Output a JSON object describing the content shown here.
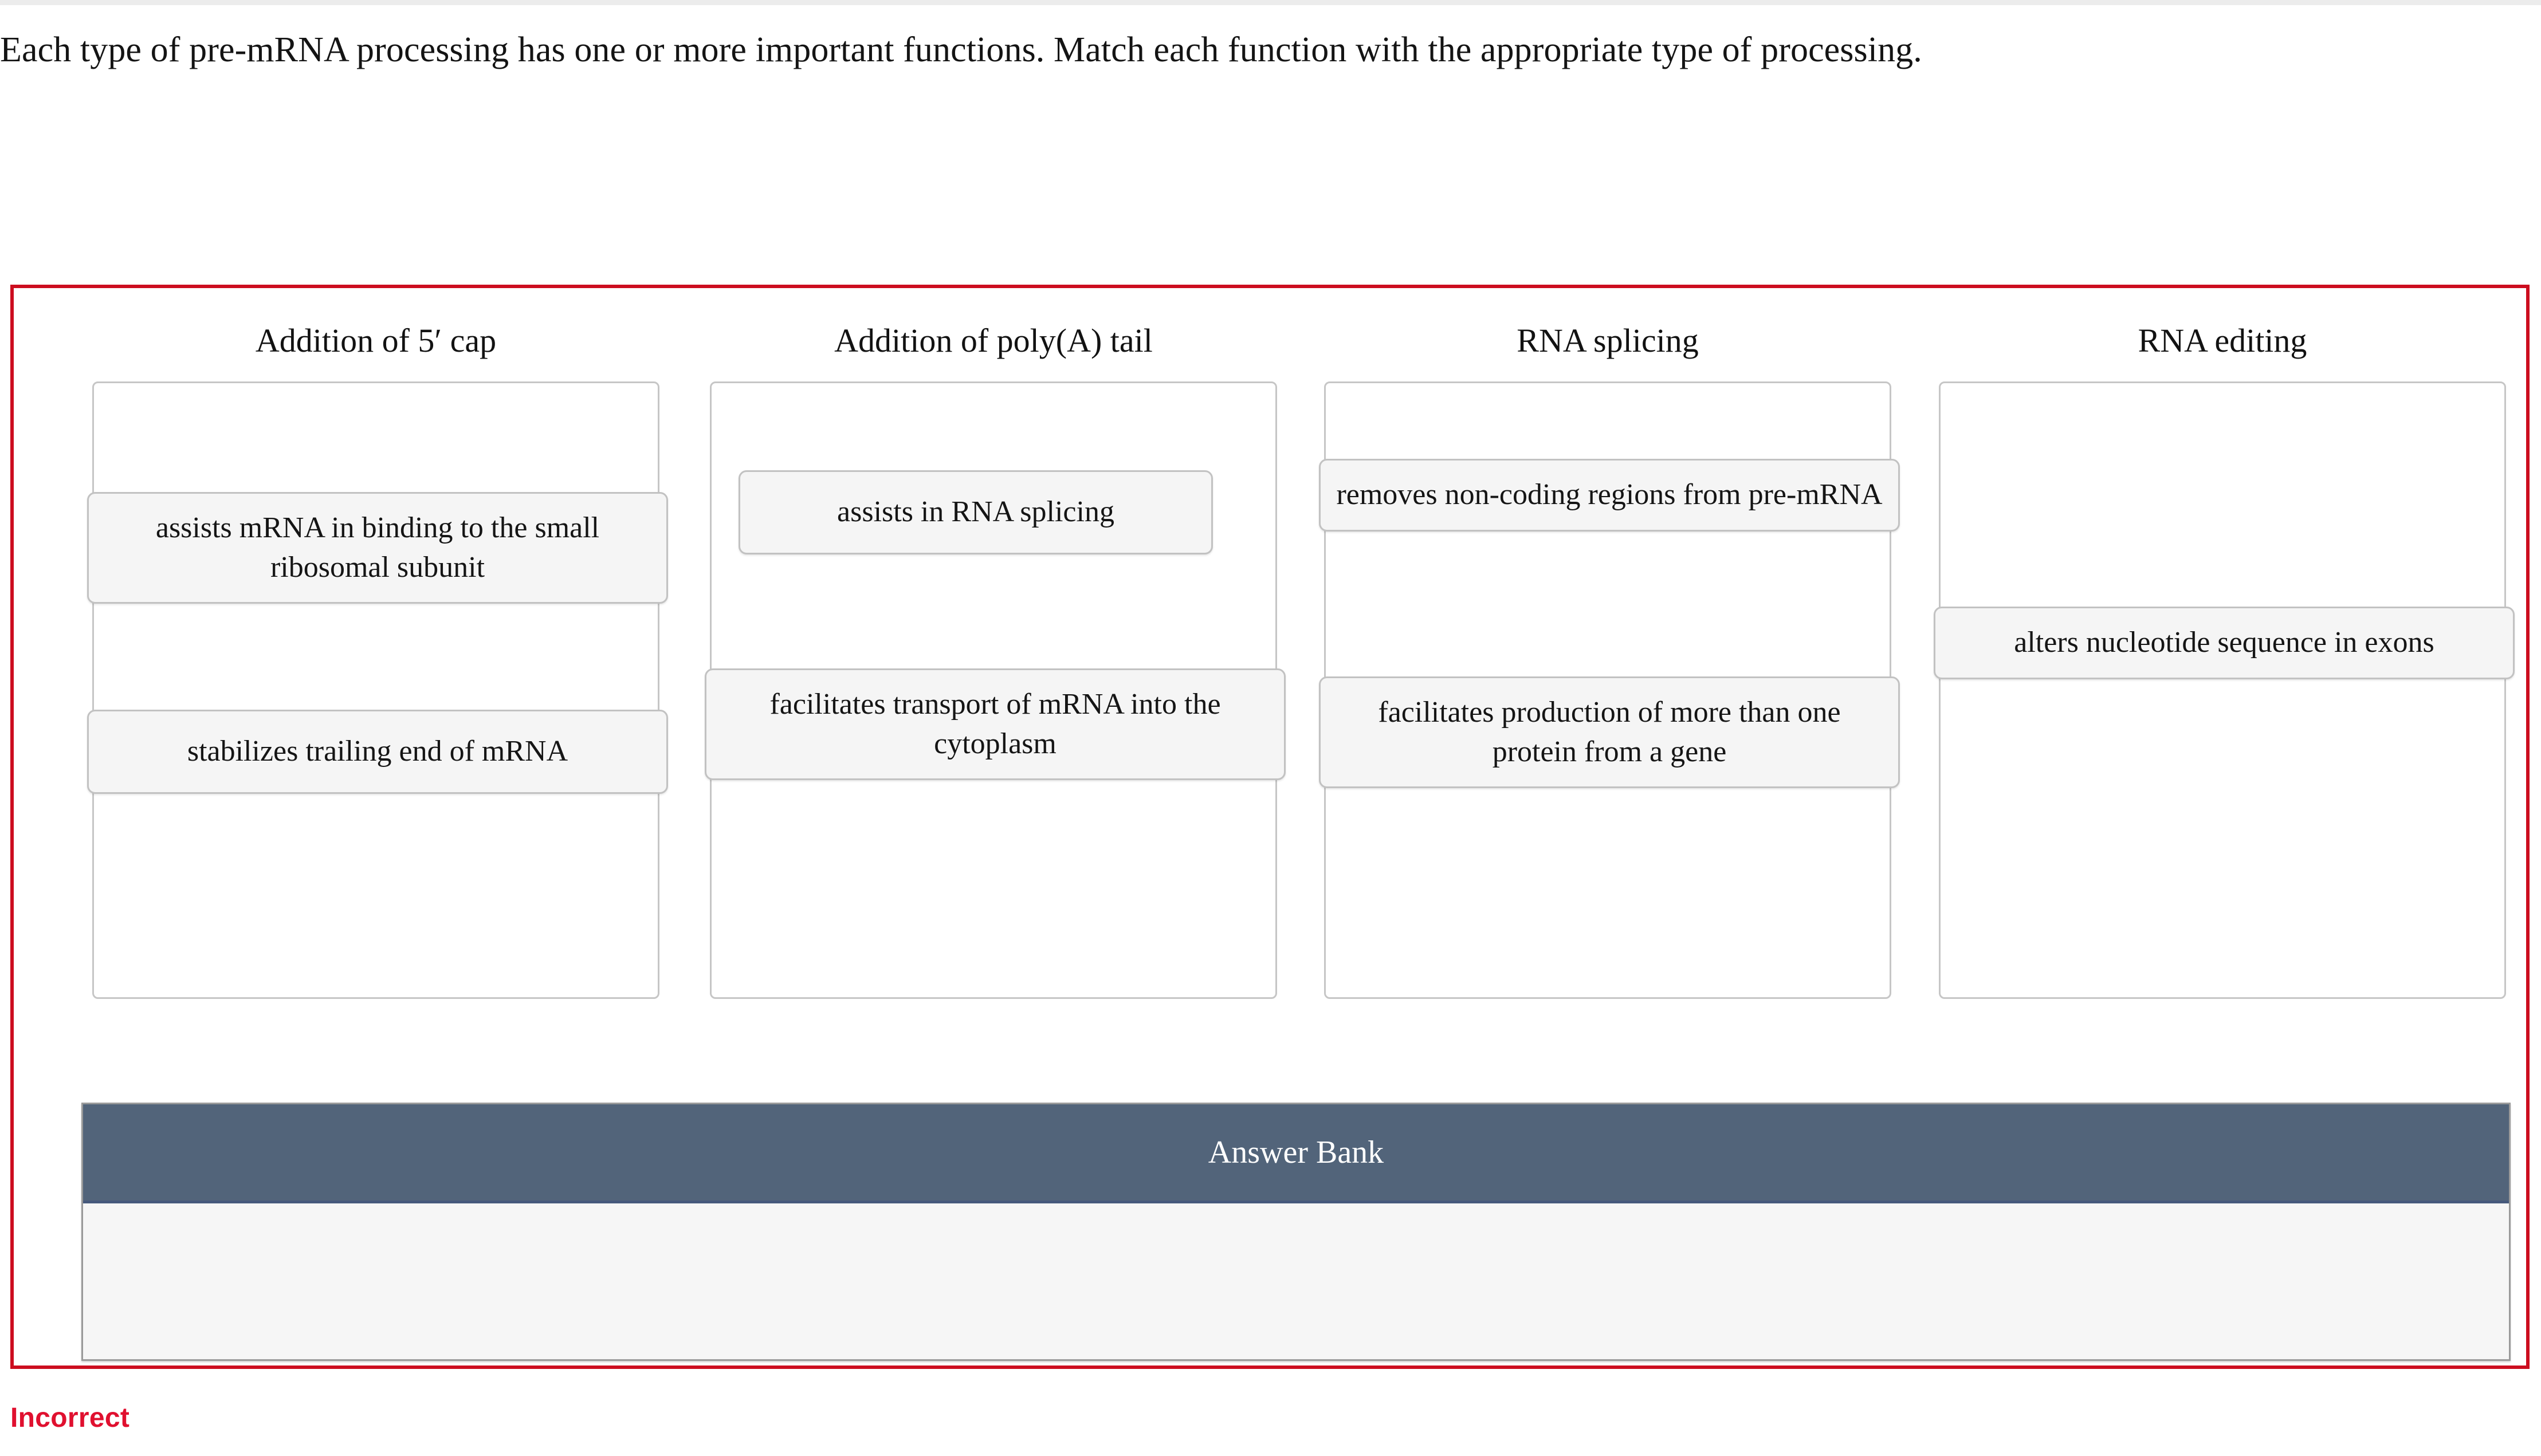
{
  "top_strip": {
    "color": "#ececec"
  },
  "prompt": {
    "text": "Each type of pre-mRNA processing has one or more important functions. Match each function with the appropriate type of processing."
  },
  "question_box": {
    "border_color": "#cc0d1f"
  },
  "columns": [
    {
      "title": "Addition of 5′ cap",
      "tiles": [
        {
          "label": "assists mRNA in binding to the small ribosomal subunit",
          "lines": 2
        },
        {
          "label": "stabilizes trailing end of mRNA",
          "lines": 1
        }
      ]
    },
    {
      "title": "Addition of poly(A) tail",
      "tiles": [
        {
          "label": "assists in RNA splicing",
          "lines": 1
        },
        {
          "label": "facilitates transport of mRNA into the cytoplasm",
          "lines": 2
        }
      ]
    },
    {
      "title": "RNA splicing",
      "tiles": [
        {
          "label": "removes non-coding regions from pre-mRNA",
          "lines": 2
        },
        {
          "label": "facilitates production of more than one protein from a gene",
          "lines": 2
        }
      ]
    },
    {
      "title": "RNA editing",
      "tiles": [
        {
          "label": "alters nucleotide sequence in exons",
          "lines": 2
        }
      ]
    }
  ],
  "answer_bank": {
    "title": "Answer Bank",
    "header_color": "#52647a",
    "body_color": "#f6f6f6",
    "items": []
  },
  "status": {
    "label": "Incorrect",
    "color": "#e0102f"
  }
}
